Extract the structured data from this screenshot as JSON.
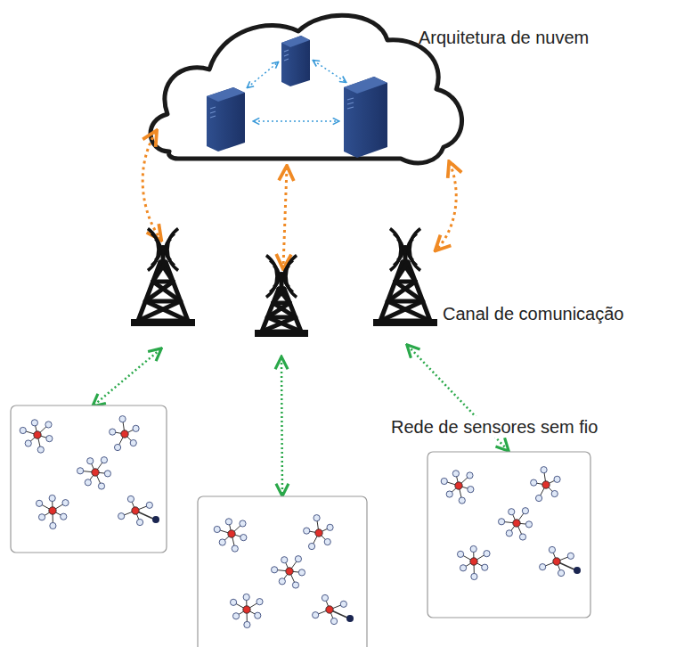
{
  "diagram": {
    "labels": [
      "Arquitetura de nuvem",
      "Canal de comunicação",
      "Rede de sensores sem fio"
    ]
  }
}
